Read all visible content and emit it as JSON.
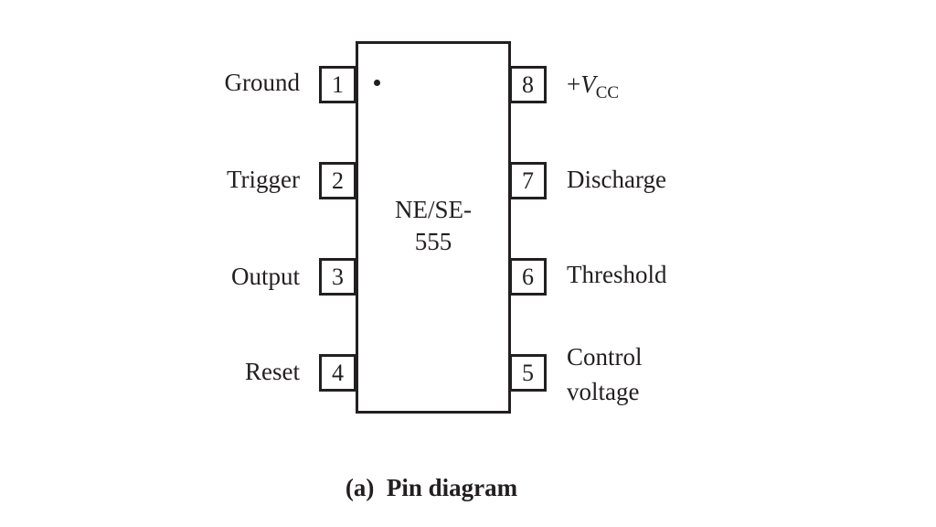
{
  "chip": {
    "name_line1": "NE/SE-",
    "name_line2": "555"
  },
  "pins": {
    "p1": {
      "number": "1",
      "label": "Ground"
    },
    "p2": {
      "number": "2",
      "label": "Trigger"
    },
    "p3": {
      "number": "3",
      "label": "Output"
    },
    "p4": {
      "number": "4",
      "label": "Reset"
    },
    "p5": {
      "number": "5",
      "label_line1": "Control",
      "label_line2": "voltage"
    },
    "p6": {
      "number": "6",
      "label": "Threshold"
    },
    "p7": {
      "number": "7",
      "label": "Discharge"
    },
    "p8": {
      "number": "8",
      "label_prefix": "+",
      "label_main": "V",
      "label_sub": "CC"
    }
  },
  "caption": {
    "tag": "(a)",
    "text": "Pin diagram"
  }
}
